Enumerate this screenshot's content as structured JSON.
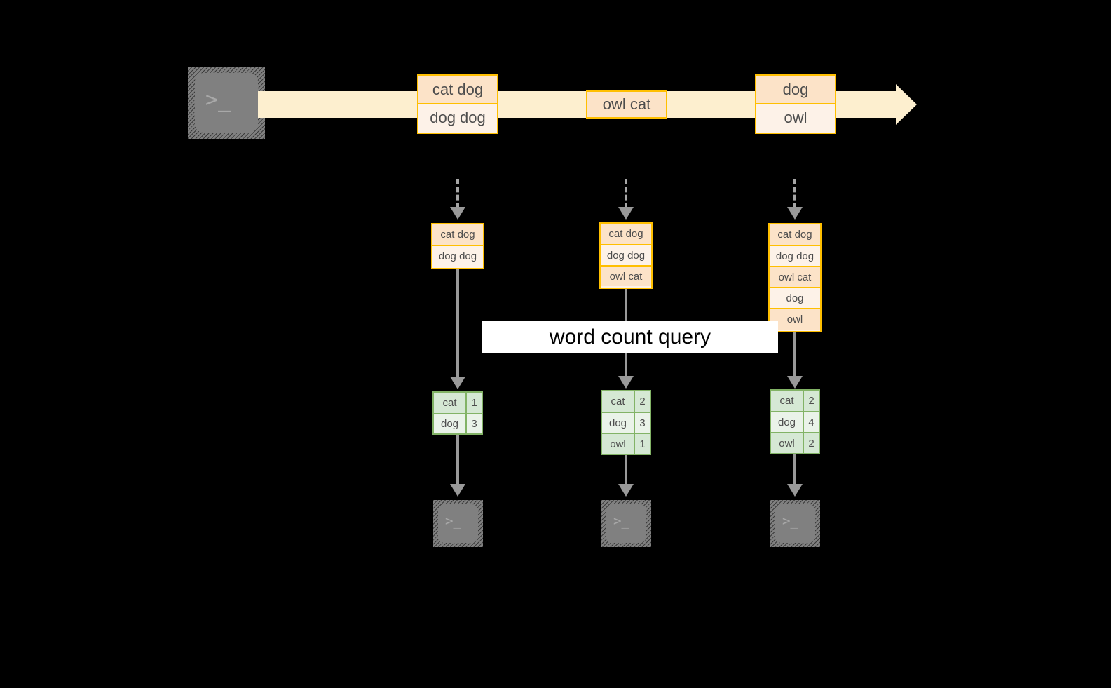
{
  "diagram": {
    "title": "streaming word count over a record timeline",
    "colors": {
      "record_border": "#FFBF00",
      "record_fill_dark": "#FCE3C8",
      "record_fill_light": "#FDF2E8",
      "timeline_arrow": "#FDEFCF",
      "table_border": "#82B366",
      "table_fill_dark": "#D5E8D4",
      "table_fill_light": "#EAF3E9",
      "connector": "#999999",
      "terminal_body": "#808080",
      "background": "#000000",
      "banner_background": "#FFFFFF",
      "text": "#4d4d4d"
    }
  },
  "source_terminal": {
    "icon": "terminal-icon",
    "prompt": ">_"
  },
  "timeline": {
    "icon": "right-arrow-icon",
    "records": [
      {
        "id": "batch-1",
        "rows": [
          "cat dog",
          "dog dog"
        ]
      },
      {
        "id": "batch-2",
        "rows": [
          "owl cat"
        ]
      },
      {
        "id": "batch-3",
        "rows": [
          "dog",
          "owl"
        ]
      }
    ]
  },
  "query_label": {
    "text": "word count query"
  },
  "stages": [
    {
      "id": "stage-1",
      "input_rows": [
        "cat dog",
        "dog dog"
      ],
      "result": {
        "rows": [
          {
            "word": "cat",
            "count": "1"
          },
          {
            "word": "dog",
            "count": "3"
          }
        ]
      },
      "sink_terminal": {
        "icon": "terminal-icon",
        "prompt": ">_"
      }
    },
    {
      "id": "stage-2",
      "input_rows": [
        "cat dog",
        "dog dog",
        "owl cat"
      ],
      "result": {
        "rows": [
          {
            "word": "cat",
            "count": "2"
          },
          {
            "word": "dog",
            "count": "3"
          },
          {
            "word": "owl",
            "count": "1"
          }
        ]
      },
      "sink_terminal": {
        "icon": "terminal-icon",
        "prompt": ">_"
      }
    },
    {
      "id": "stage-3",
      "input_rows": [
        "cat dog",
        "dog dog",
        "owl cat",
        "dog",
        "owl"
      ],
      "result": {
        "rows": [
          {
            "word": "cat",
            "count": "2"
          },
          {
            "word": "dog",
            "count": "4"
          },
          {
            "word": "owl",
            "count": "2"
          }
        ]
      },
      "sink_terminal": {
        "icon": "terminal-icon",
        "prompt": ">_"
      }
    }
  ]
}
